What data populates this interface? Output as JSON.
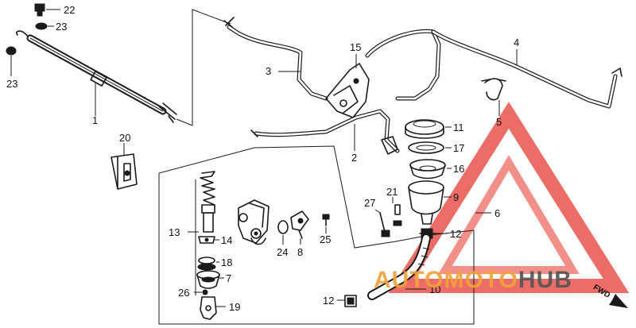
{
  "diagram": {
    "callouts": [
      {
        "id": "22",
        "text": "22"
      },
      {
        "id": "23a",
        "text": "23"
      },
      {
        "id": "23b",
        "text": "23"
      },
      {
        "id": "1",
        "text": "1"
      },
      {
        "id": "20",
        "text": "20"
      },
      {
        "id": "3",
        "text": "3"
      },
      {
        "id": "15",
        "text": "15"
      },
      {
        "id": "4",
        "text": "4"
      },
      {
        "id": "5",
        "text": "5"
      },
      {
        "id": "2",
        "text": "2"
      },
      {
        "id": "11",
        "text": "11"
      },
      {
        "id": "17",
        "text": "17"
      },
      {
        "id": "16",
        "text": "16"
      },
      {
        "id": "9",
        "text": "9"
      },
      {
        "id": "6",
        "text": "6"
      },
      {
        "id": "21",
        "text": "21"
      },
      {
        "id": "27",
        "text": "27"
      },
      {
        "id": "12a",
        "text": "12"
      },
      {
        "id": "13",
        "text": "13"
      },
      {
        "id": "14",
        "text": "14"
      },
      {
        "id": "25",
        "text": "25"
      },
      {
        "id": "24",
        "text": "24"
      },
      {
        "id": "8",
        "text": "8"
      },
      {
        "id": "18",
        "text": "18"
      },
      {
        "id": "7",
        "text": "7"
      },
      {
        "id": "26",
        "text": "26"
      },
      {
        "id": "19",
        "text": "19"
      },
      {
        "id": "12b",
        "text": "12"
      },
      {
        "id": "10",
        "text": "10"
      }
    ],
    "direction_label": "FWD",
    "watermark": {
      "auto": "AUTO",
      "moto": "MOTO",
      "hub": "HUB",
      "color_orange": "#f2a23a",
      "color_gray": "#555555",
      "triangle_color": "#e9544e"
    }
  }
}
